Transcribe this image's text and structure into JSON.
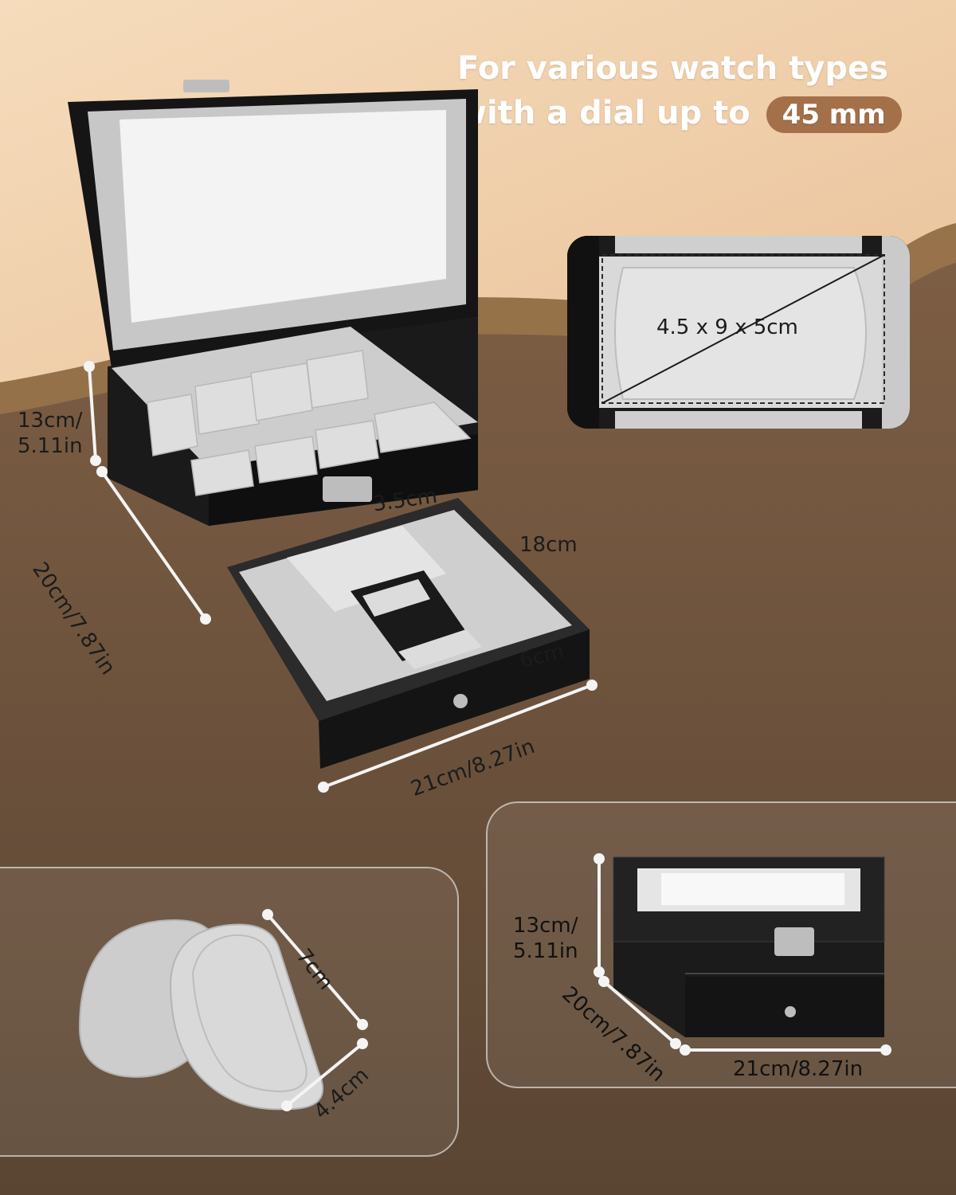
{
  "headline": {
    "line1": "For various watch types",
    "line2_prefix": "with a dial up to",
    "badge": "45 mm"
  },
  "colors": {
    "badge_bg": "#a4704a",
    "leather": "#161616",
    "velvet": "#d8d8d8",
    "background_brown": "#7a5c40",
    "background_beige": "#f0cda6"
  },
  "main_box": {
    "height_label": "13cm/\n5.11in",
    "height_line1": "13cm/",
    "height_line2": "5.11in",
    "depth_label": "20cm/7.87in",
    "width_label": "21cm/8.27in",
    "drawer_height": "3.5cm",
    "drawer_depth": "18cm",
    "drawer_section": "6cm"
  },
  "pillow_inset": {
    "dimension": "4.5 x 9 x 5cm"
  },
  "pillows": {
    "height": "7cm",
    "width": "4.4cm"
  },
  "closed_box": {
    "height_line1": "13cm/",
    "height_line2": "5.11in",
    "depth": "20cm/7.87in",
    "width": "21cm/8.27in"
  }
}
